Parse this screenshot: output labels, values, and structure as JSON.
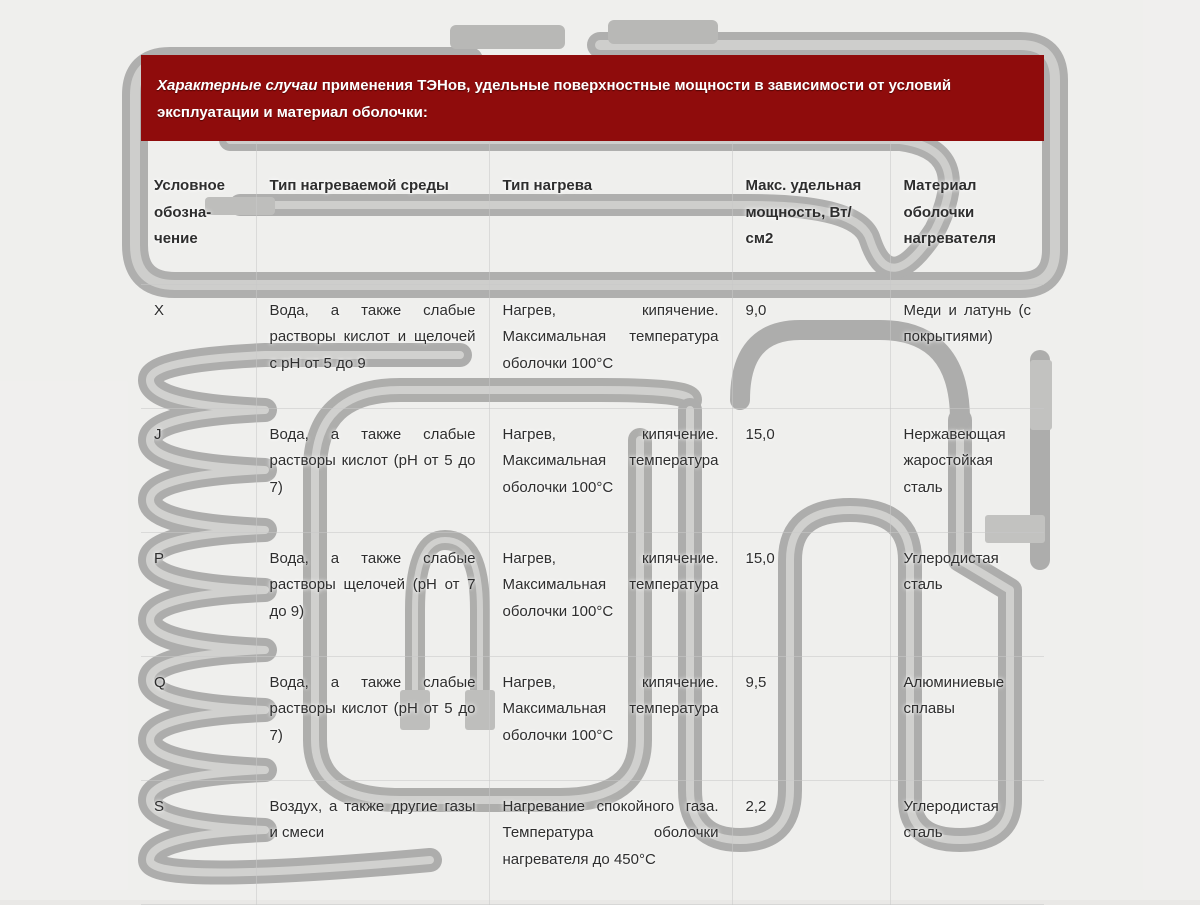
{
  "colors": {
    "header_background": "#8f0c0c",
    "header_text": "#ffffff",
    "cell_text": "#2e2e2e"
  },
  "header": {
    "title_highlight": "Характерные случаи",
    "title_rest": " применения ТЭНов, удельные поверхностные мощности в зависимости от условий эксплуатации и материал оболочки:"
  },
  "table": {
    "columns": [
      "Условное обозна-чение",
      "Тип нагреваемой среды",
      "Тип нагрева",
      "Макс. удельная мощность, Вт/см2",
      "Материал оболочки нагревателя"
    ],
    "rows": [
      {
        "code": "X",
        "medium": "Вода, а также слабые растворы кислот и щелочей с pH от 5 до 9",
        "heating": "Нагрев, кипячение. Максимальная температура оболочки 100°С",
        "power": "9,0",
        "material": "Меди и латунь (с покрытиями)"
      },
      {
        "code": "J",
        "medium": "Вода, а также слабые растворы кислот (pH от 5 до 7)",
        "heating": "Нагрев, кипячение. Максимальная температура оболочки 100°С",
        "power": "15,0",
        "material": "Нержавеющая жаростойкая сталь"
      },
      {
        "code": "P",
        "medium": "Вода, а также слабые растворы щелочей (pH от 7 до 9)",
        "heating": "Нагрев, кипячение. Максимальная температура оболочки 100°С",
        "power": "15,0",
        "material": "Углеродистая сталь"
      },
      {
        "code": "Q",
        "medium": "Вода, а также слабые растворы кислот (pH от 5 до 7)",
        "heating": "Нагрев, кипячение. Максимальная температура оболочки 100°С",
        "power": "9,5",
        "material": "Алюминиевые сплавы"
      },
      {
        "code": "S",
        "medium": "Воздух, а также другие газы и смеси",
        "heating": "Нагревание спокойного газа. Температура оболочки нагревателя до 450°С",
        "power": "2,2",
        "material": "Углеродистая сталь"
      }
    ]
  }
}
